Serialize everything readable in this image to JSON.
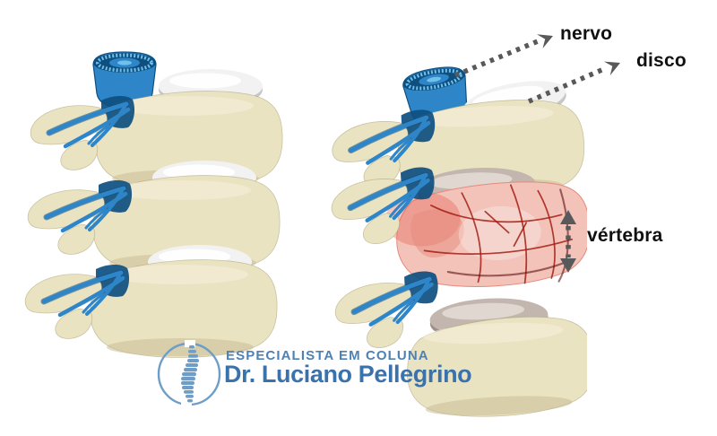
{
  "annotations": {
    "nerve_label": "nervo",
    "disc_label": "disco",
    "vertebra_label": "vértebra"
  },
  "logo": {
    "tagline": "ESPECIALISTA EM COLUNA",
    "doctor_name": "Dr. Luciano Pellegrino"
  },
  "icons": {
    "logo_icon": "spine-in-circle-icon",
    "nerve_pointer": "dotted-arrow-icon",
    "disc_pointer": "dotted-arrow-icon",
    "vertebra_extent": "double-headed-dotted-arrow-icon"
  },
  "colors": {
    "background": "#FFFFFF",
    "label_text": "#111111",
    "arrow": "#58595B",
    "bone": "#EAE3C2",
    "bone_light": "#F6F1DC",
    "bone_shadow": "#C6BA8F",
    "bone_edge": "#A79C72",
    "disc_white": "#F2F2F2",
    "disc_white_shade": "#C7C7C7",
    "disc_gray": "#C2B6AE",
    "disc_gray_shade": "#9B8F88",
    "nerve": "#2E86C8",
    "nerve_light": "#6FC0EA",
    "nerve_dark": "#0E4F80",
    "fracture_fill": "#F3C2B9",
    "fracture_deep": "#E68A7C",
    "fracture_crack": "#A31F14",
    "logo_blue": "#6E9EC8",
    "logo_tagline": "#4E81B5",
    "logo_name": "#3A72AC"
  }
}
